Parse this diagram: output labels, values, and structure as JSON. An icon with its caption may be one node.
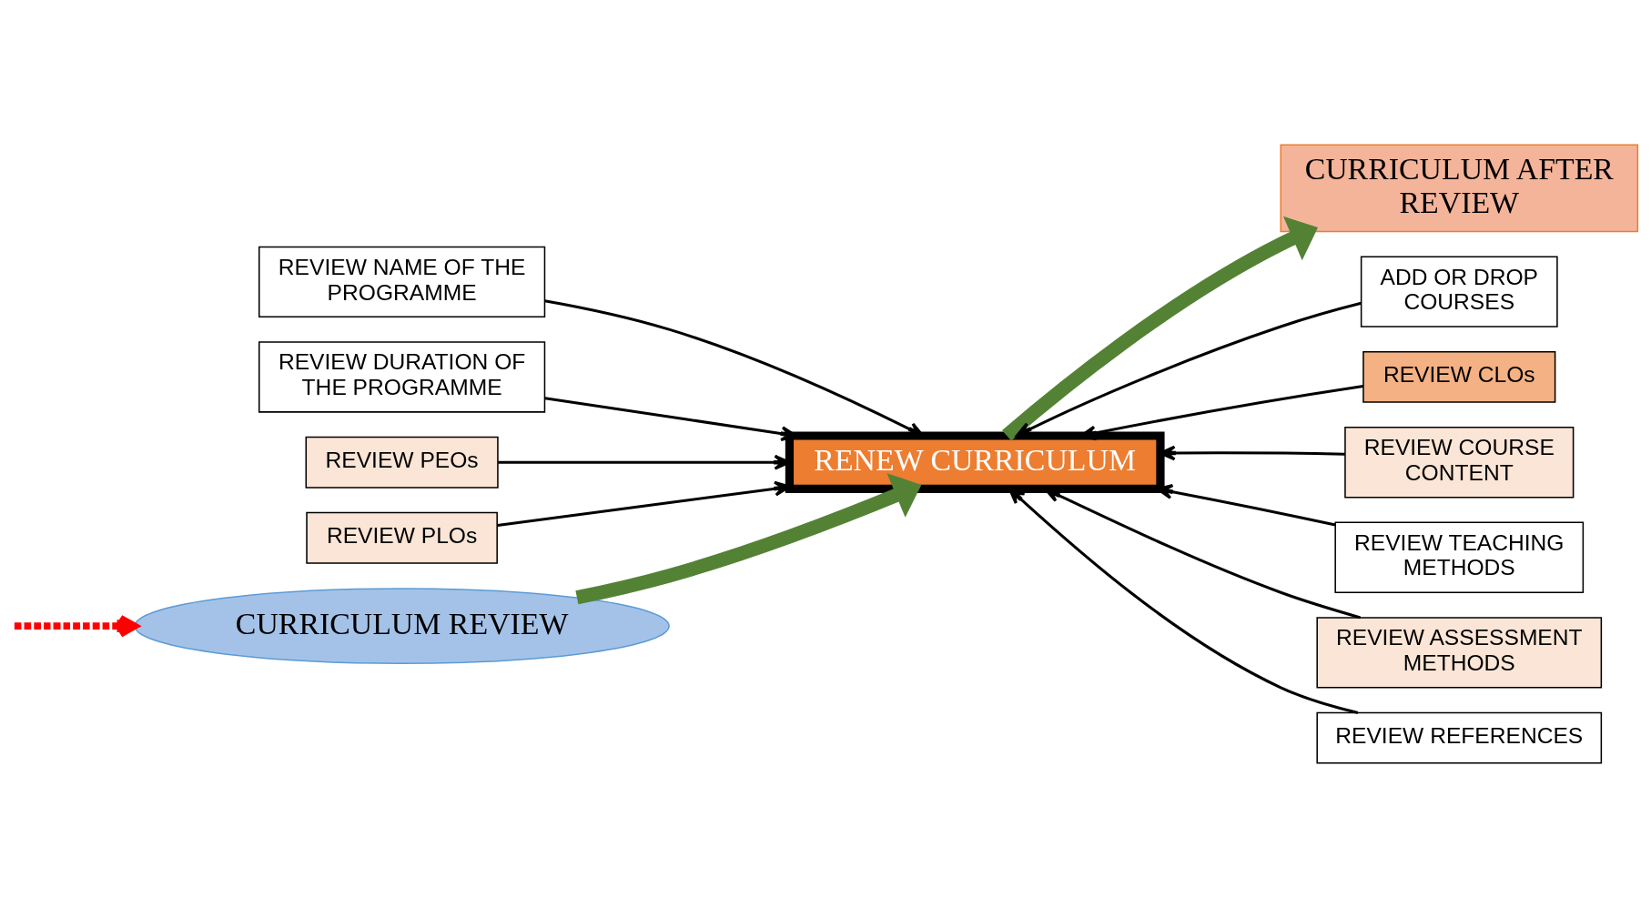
{
  "diagram": {
    "nodes": [
      {
        "text": [
          "CURRICULUM REVIEW"
        ]
      },
      {
        "text": [
          "RENEW CURRICULUM"
        ]
      },
      {
        "text": [
          "CURRICULUM AFTER REVIEW"
        ]
      },
      {
        "text": [
          "REVIEW NAME OF THE PROGRAMME"
        ]
      },
      {
        "text": [
          "REVIEW DURATION OF THE PROGRAMME"
        ]
      },
      {
        "text": [
          "REVIEW PEOs"
        ]
      },
      {
        "text": [
          "REVIEW PLOs"
        ]
      },
      {
        "text": [
          "ADD OR DROP COURSES"
        ]
      },
      {
        "text": [
          "REVIEW CLOs"
        ]
      },
      {
        "text": [
          "REVIEW COURSE CONTENT"
        ]
      },
      {
        "text": [
          "REVIEW TEACHING METHODS"
        ]
      },
      {
        "text": [
          "REVIEW ASSESSMENT METHODS"
        ]
      },
      {
        "text": [
          "REVIEW REFERENCES"
        ]
      }
    ],
    "edges": [
      {
        "from": null,
        "to": 0,
        "arrow": "to",
        "style": "dashed",
        "color": "#ff0000"
      },
      {
        "from": 0,
        "to": 1,
        "arrow": "to",
        "style": "thick",
        "color": "#548235"
      },
      {
        "from": 1,
        "to": 2,
        "arrow": "to",
        "style": "thick",
        "color": "#548235"
      },
      {
        "from": 3,
        "to": 1,
        "arrow": "to"
      },
      {
        "from": 4,
        "to": 1,
        "arrow": "to"
      },
      {
        "from": 5,
        "to": 1,
        "arrow": "to"
      },
      {
        "from": 6,
        "to": 1,
        "arrow": "to"
      },
      {
        "from": 7,
        "to": 1,
        "arrow": "to"
      },
      {
        "from": 8,
        "to": 1,
        "arrow": "to"
      },
      {
        "from": 9,
        "to": 1,
        "arrow": "to"
      },
      {
        "from": 10,
        "to": 1,
        "arrow": "to"
      },
      {
        "from": 11,
        "to": 1,
        "arrow": "to"
      },
      {
        "from": 12,
        "to": 1,
        "arrow": "to"
      }
    ]
  }
}
